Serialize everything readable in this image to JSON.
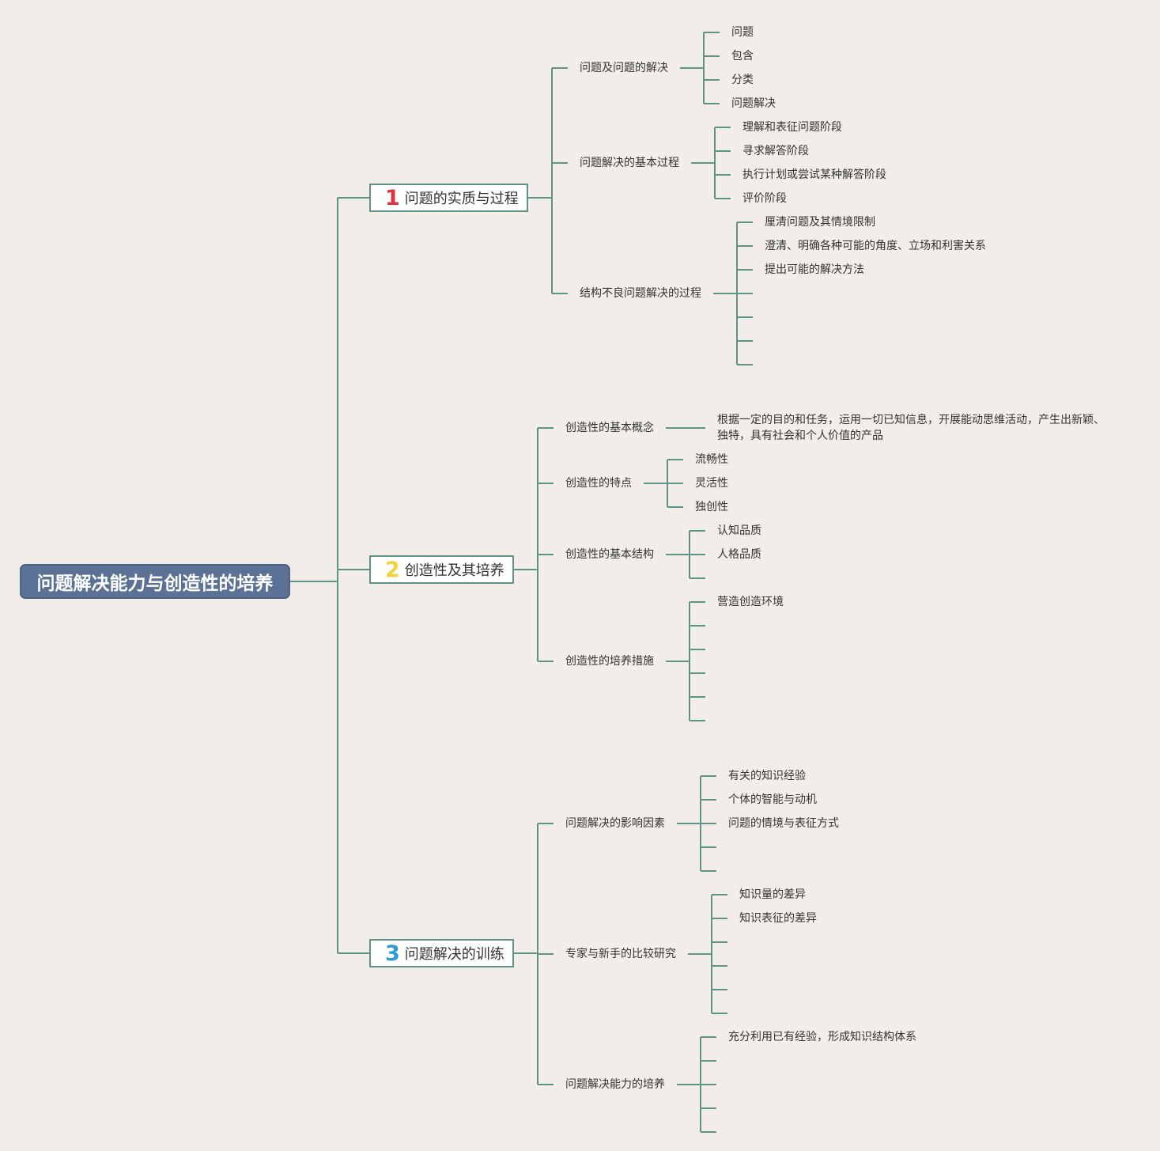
{
  "root": {
    "title": "问题解决能力与创造性的培养"
  },
  "colors": {
    "background": "#f2ede8",
    "root_fill": "#5b7195",
    "line": "#5e9486",
    "num1": "#e0313c",
    "num2": "#f2d13c",
    "num3": "#2f9bd6"
  },
  "branches": [
    {
      "number": "1",
      "label": "问题的实质与过程",
      "children": [
        {
          "label": "问题及问题的解决",
          "items": [
            "问题",
            "包含",
            "分类",
            "问题解决"
          ]
        },
        {
          "label": "问题解决的基本过程",
          "items": [
            "理解和表征问题阶段",
            "寻求解答阶段",
            "执行计划或尝试某种解答阶段",
            "评价阶段"
          ]
        },
        {
          "label": "结构不良问题解决的过程",
          "items": [
            "厘清问题及其情境限制",
            "澄清、明确各种可能的角度、立场和利害关系",
            "提出可能的解决方法",
            "",
            "",
            "",
            ""
          ]
        }
      ]
    },
    {
      "number": "2",
      "label": "创造性及其培养",
      "children": [
        {
          "label": "创造性的基本概念",
          "items": [
            "根据一定的目的和任务，运用一切已知信息，开展能动思维活动，产生出新颖、独特，具有社会和个人价值的产品"
          ]
        },
        {
          "label": "创造性的特点",
          "items": [
            "流畅性",
            "灵活性",
            "独创性"
          ]
        },
        {
          "label": "创造性的基本结构",
          "items": [
            "认知品质",
            "人格品质",
            ""
          ]
        },
        {
          "label": "创造性的培养措施",
          "items": [
            "营造创造环境",
            "",
            "",
            "",
            "",
            ""
          ]
        }
      ]
    },
    {
      "number": "3",
      "label": "问题解决的训练",
      "children": [
        {
          "label": "问题解决的影响因素",
          "items": [
            "有关的知识经验",
            "个体的智能与动机",
            "问题的情境与表征方式",
            "",
            ""
          ]
        },
        {
          "label": "专家与新手的比较研究",
          "items": [
            "知识量的差异",
            "知识表征的差异",
            "",
            "",
            "",
            ""
          ]
        },
        {
          "label": "问题解决能力的培养",
          "items": [
            "充分利用已有经验，形成知识结构体系",
            "",
            "",
            "",
            ""
          ]
        }
      ]
    }
  ]
}
